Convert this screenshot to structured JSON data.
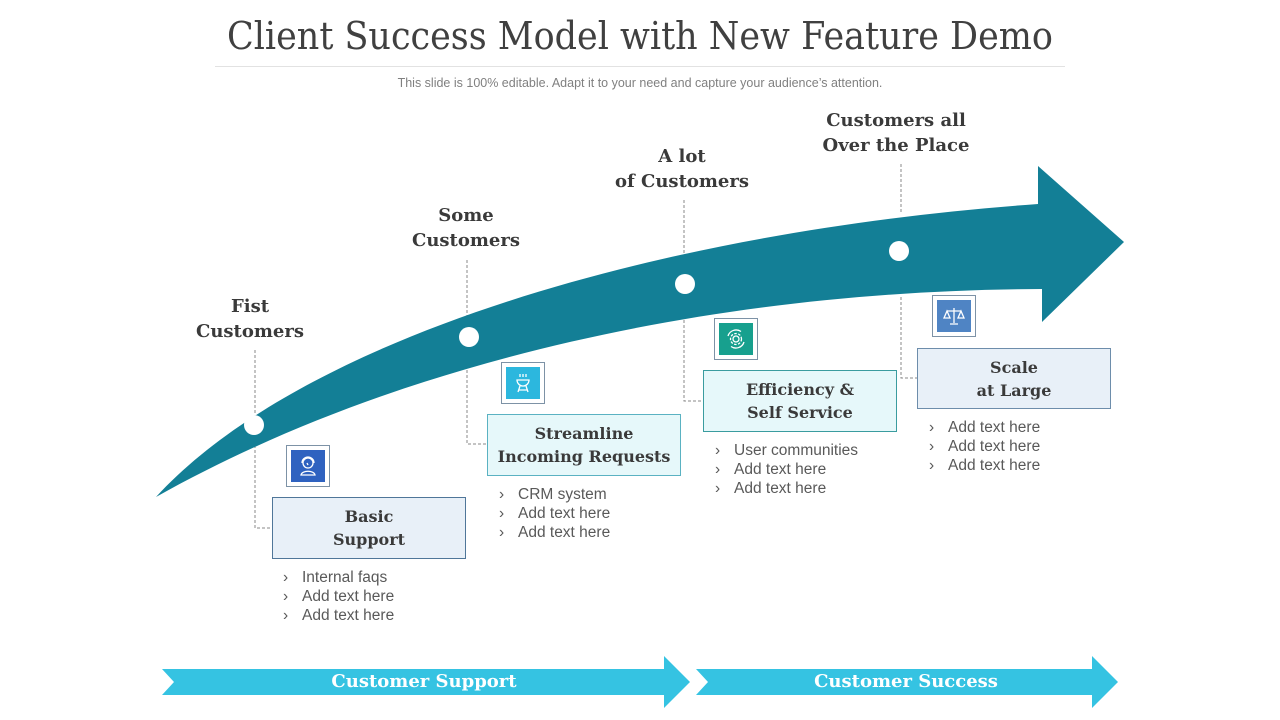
{
  "header": {
    "title": "Client Success Model with New Feature Demo",
    "subtitle": "This slide is 100% editable. Adapt it to your need and capture your audience’s attention."
  },
  "colors": {
    "main_arrow": "#137f96",
    "band_arrow": "#35c3e2",
    "card_blue_fill": "#e8f0f8",
    "card_cyan_fill": "#e6f8fa",
    "icon_blue_dark": "#2f62c0",
    "icon_cyan": "#2cb7de",
    "icon_teal": "#17a08e",
    "icon_steel": "#4f84c4"
  },
  "stages": [
    {
      "label": "Fist\nCustomers",
      "icon": "customer-support-agent-icon",
      "card_title": "Basic\nSupport",
      "bullets": [
        "Internal  faqs",
        "Add text here",
        "Add text here"
      ]
    },
    {
      "label": "Some\nCustomers",
      "icon": "grill-icon",
      "card_title": "Streamline\nIncoming Requests",
      "bullets": [
        "CRM system",
        "Add text here",
        "Add text here"
      ]
    },
    {
      "label": "A lot\nof Customers",
      "icon": "gear-cycle-icon",
      "card_title": "Efficiency &\nSelf Service",
      "bullets": [
        "User communities",
        "Add text here",
        "Add text here"
      ]
    },
    {
      "label": "Customers all\nOver the Place",
      "icon": "balance-scale-icon",
      "card_title": "Scale\nat Large",
      "bullets": [
        "Add text here",
        "Add text here",
        "Add text here"
      ]
    }
  ],
  "bands": [
    {
      "label": "Customer Support"
    },
    {
      "label": "Customer Success"
    }
  ]
}
